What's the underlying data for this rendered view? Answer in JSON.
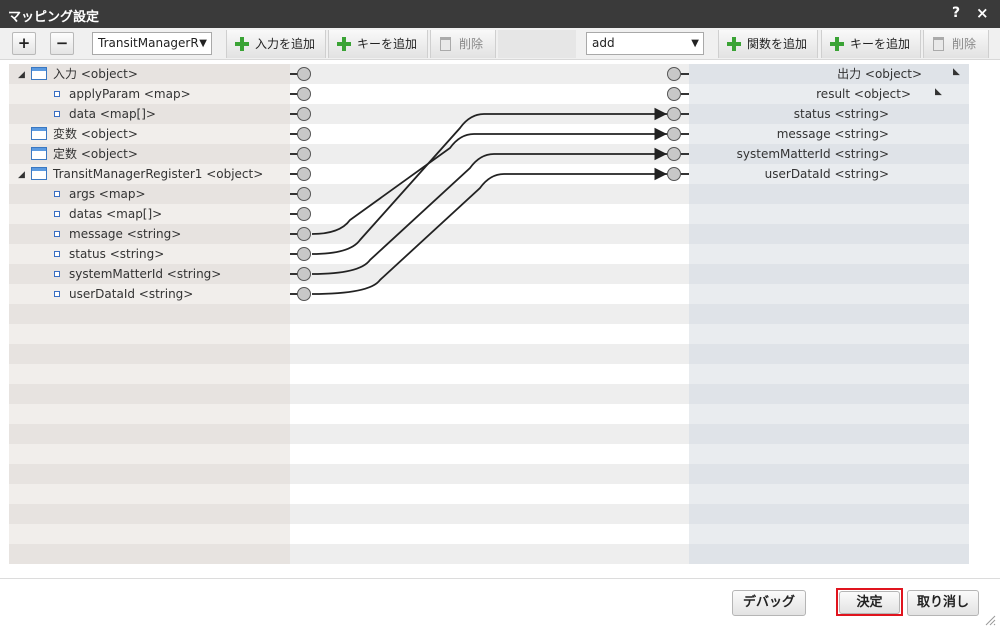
{
  "window": {
    "title": "マッピング設定",
    "help": "?",
    "close": "×"
  },
  "toolbar": {
    "expand": "+",
    "collapse": "−",
    "source_select": "TransitManagerR",
    "add_input": "入力を追加",
    "add_key_left": "キーを追加",
    "delete_left": "削除",
    "target_select": "add",
    "add_function": "関数を追加",
    "add_key_right": "キーを追加",
    "delete_right": "削除"
  },
  "left_tree": [
    {
      "label": "入力 <object>",
      "icon": "object-icon",
      "toggle": "◢"
    },
    {
      "label": "applyParam <map>",
      "icon": "leaf-icon"
    },
    {
      "label": "data <map[]>",
      "icon": "leaf-icon"
    },
    {
      "label": "変数 <object>",
      "icon": "object-icon"
    },
    {
      "label": "定数 <object>",
      "icon": "object-icon"
    },
    {
      "label": "TransitManagerRegister1 <object>",
      "icon": "object-icon",
      "toggle": "◢"
    },
    {
      "label": "args <map>",
      "icon": "leaf-icon"
    },
    {
      "label": "datas <map[]>",
      "icon": "leaf-icon"
    },
    {
      "label": "message <string>",
      "icon": "leaf-icon"
    },
    {
      "label": "status <string>",
      "icon": "leaf-icon"
    },
    {
      "label": "systemMatterId <string>",
      "icon": "leaf-icon"
    },
    {
      "label": "userDataId <string>",
      "icon": "leaf-icon"
    }
  ],
  "right_tree": [
    {
      "label": "出力 <object>",
      "icon": "object-icon",
      "toggle": "◣"
    },
    {
      "label": "result <object>",
      "icon": "leaf-icon",
      "toggle": "◣"
    },
    {
      "label": "status <string>",
      "icon": "leaf-icon"
    },
    {
      "label": "message <string>",
      "icon": "leaf-icon"
    },
    {
      "label": "systemMatterId <string>",
      "icon": "leaf-icon"
    },
    {
      "label": "userDataId <string>",
      "icon": "leaf-icon"
    }
  ],
  "mappings": [
    {
      "from": "message <string>",
      "to": "message <string>"
    },
    {
      "from": "status <string>",
      "to": "status <string>"
    },
    {
      "from": "systemMatterId <string>",
      "to": "systemMatterId <string>"
    },
    {
      "from": "userDataId <string>",
      "to": "userDataId <string>"
    }
  ],
  "footer": {
    "debug": "デバッグ",
    "confirm": "決定",
    "cancel": "取り消し"
  },
  "colors": {
    "titlebar": "#3a3a3a",
    "highlight": "#e0141e",
    "add_icon": "#3aa335"
  }
}
